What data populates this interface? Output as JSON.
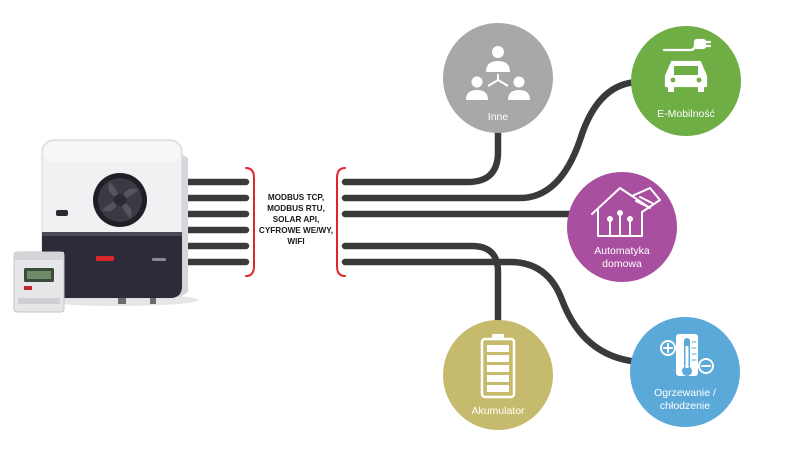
{
  "protocols": [
    "MODBUS TCP,",
    "MODBUS RTU,",
    "SOLAR API,",
    "CYFROWE WE/WY,",
    "WIFI"
  ],
  "nodes": {
    "inne": {
      "label_lines": [
        "Inne"
      ],
      "color": "#a8a8a8",
      "icon": "people-network-icon"
    },
    "emobility": {
      "label_lines": [
        "E-Mobilność"
      ],
      "color": "#6fad45",
      "icon": "car-plug-icon"
    },
    "automation": {
      "label_lines": [
        "Automatyka",
        "domowa"
      ],
      "color": "#a94fa0",
      "icon": "smart-house-icon"
    },
    "heating": {
      "label_lines": [
        "Ogrzewanie /",
        "chłodzenie"
      ],
      "color": "#5aa9d8",
      "icon": "thermometer-icon"
    },
    "battery": {
      "label_lines": [
        "Akumulator"
      ],
      "color": "#c6ba6c",
      "icon": "battery-icon"
    }
  },
  "colors": {
    "cable": "#3a3a3a",
    "bracket": "#e0262b",
    "device_panel": "#2c2c38",
    "device_body": "#f1f1f3"
  }
}
